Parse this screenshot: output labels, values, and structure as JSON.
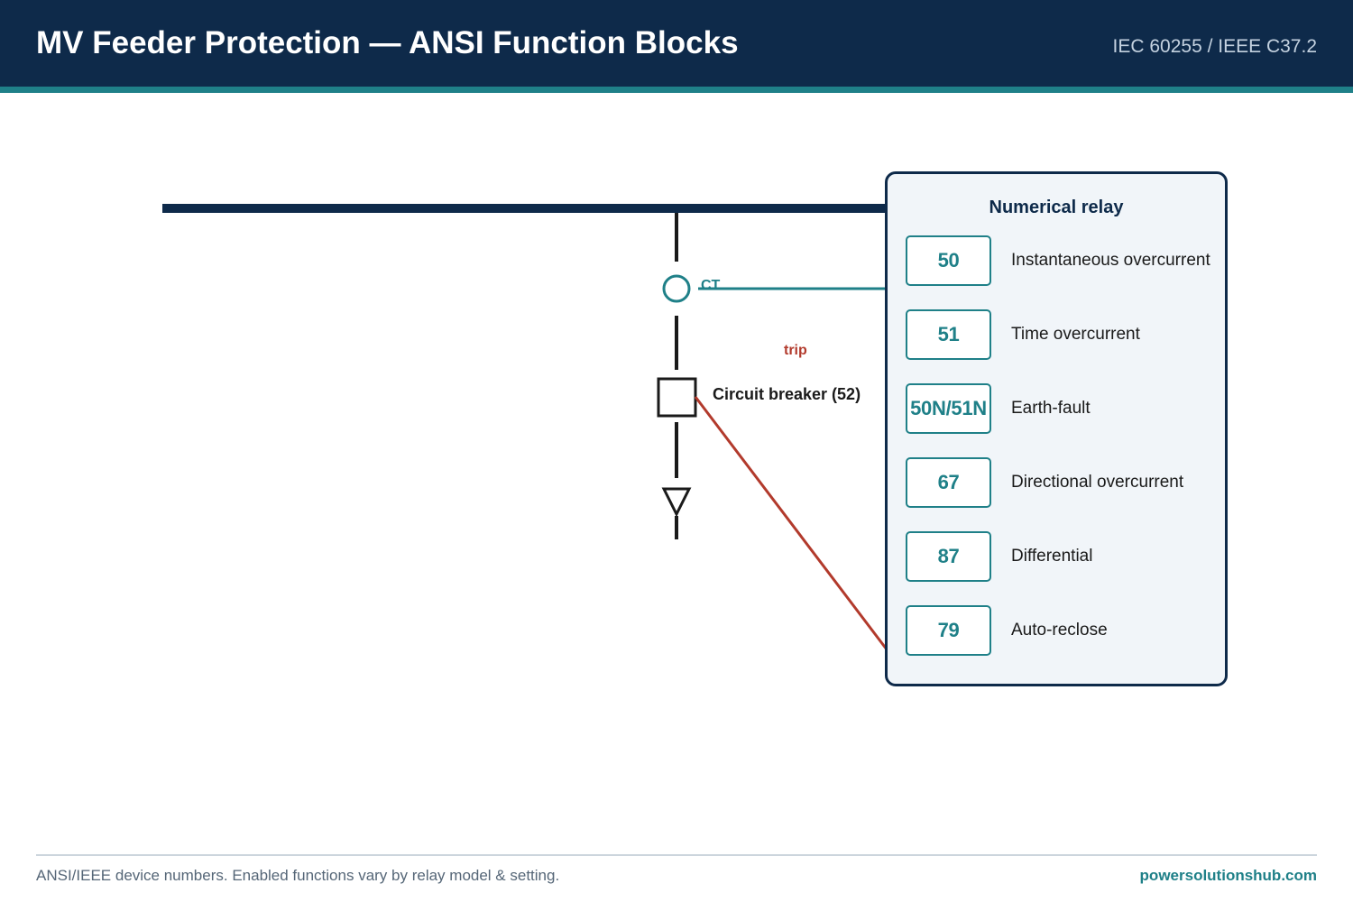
{
  "header": {
    "title": "MV Feeder Protection — ANSI Function Blocks",
    "standard": "IEC 60255 / IEEE C37.2"
  },
  "diagram": {
    "ct_label": "CT",
    "trip_label": "trip",
    "breaker_label": "Circuit breaker (52)"
  },
  "relay": {
    "title": "Numerical relay",
    "functions": [
      {
        "code": "50",
        "description": "Instantaneous overcurrent"
      },
      {
        "code": "51",
        "description": "Time overcurrent"
      },
      {
        "code": "50N/51N",
        "description": "Earth-fault"
      },
      {
        "code": "67",
        "description": "Directional overcurrent"
      },
      {
        "code": "87",
        "description": "Differential"
      },
      {
        "code": "79",
        "description": "Auto-reclose"
      }
    ]
  },
  "footer": {
    "note": "ANSI/IEEE device numbers. Enabled functions vary by relay model & setting.",
    "site": "powersolutionshub.com"
  },
  "colors": {
    "navy": "#0e2a4a",
    "teal": "#1f8088",
    "trip_red": "#b23a2c"
  }
}
